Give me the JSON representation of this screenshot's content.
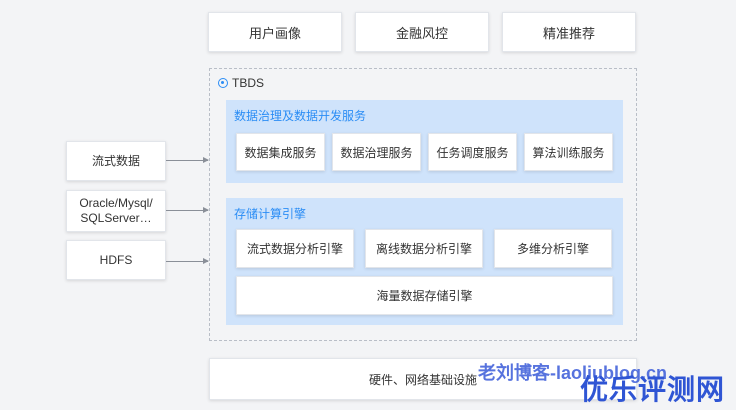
{
  "applications": [
    "用户画像",
    "金融风控",
    "精准推荐"
  ],
  "sources": {
    "stream": "流式数据",
    "rdbms_line1": "Oracle/Mysql/",
    "rdbms_line2": "SQLServer…",
    "hdfs": "HDFS"
  },
  "tbds": {
    "label": "TBDS",
    "governance": {
      "title": "数据治理及数据开发服务",
      "services": [
        "数据集成服务",
        "数据治理服务",
        "任务调度服务",
        "算法训练服务"
      ]
    },
    "compute": {
      "title": "存储计算引擎",
      "engines": [
        "流式数据分析引擎",
        "离线数据分析引擎",
        "多维分析引擎"
      ],
      "storage": "海量数据存储引擎"
    }
  },
  "infrastructure": "硬件、网络基础设施",
  "watermarks": {
    "blog": "老刘博客-laoliublog.cn",
    "site": "优乐评测网"
  },
  "colors": {
    "accent": "#2b8df5",
    "panel_bg": "#cfe3fb",
    "page_bg": "#f3f4f6"
  }
}
